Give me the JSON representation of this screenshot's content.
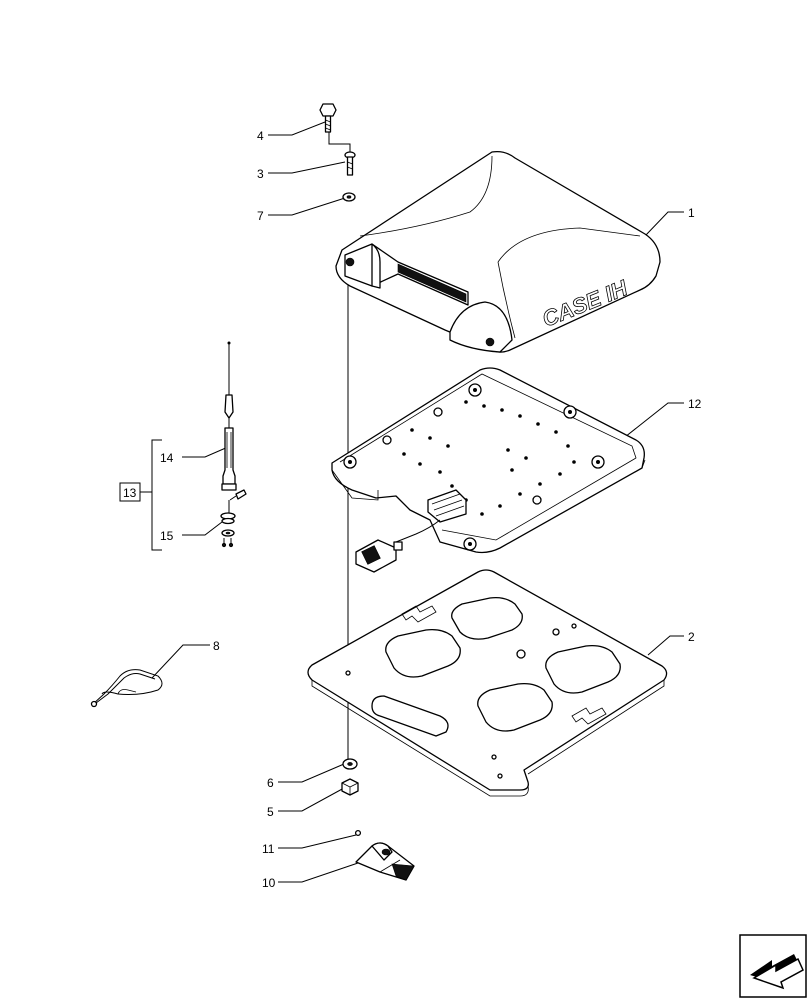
{
  "diagram": {
    "callouts": [
      {
        "id": "c4",
        "label": "4"
      },
      {
        "id": "c3",
        "label": "3"
      },
      {
        "id": "c7",
        "label": "7"
      },
      {
        "id": "c1",
        "label": "1"
      },
      {
        "id": "c12",
        "label": "12"
      },
      {
        "id": "c14",
        "label": "14"
      },
      {
        "id": "c13",
        "label": "13"
      },
      {
        "id": "c15",
        "label": "15"
      },
      {
        "id": "c8",
        "label": "8"
      },
      {
        "id": "c2",
        "label": "2"
      },
      {
        "id": "c6",
        "label": "6"
      },
      {
        "id": "c5",
        "label": "5"
      },
      {
        "id": "c11",
        "label": "11"
      },
      {
        "id": "c10",
        "label": "10"
      }
    ],
    "brand_logo": "CASE IH",
    "nav_icon": "arrow-left-icon"
  }
}
